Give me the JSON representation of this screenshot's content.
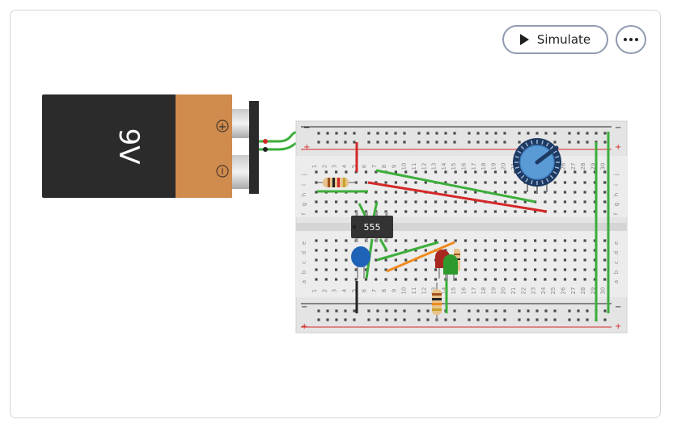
{
  "toolbar": {
    "simulate_label": "Simulate",
    "more_icon": "more-horizontal-icon"
  },
  "circuit": {
    "battery_label": "9V",
    "battery_plus": "+",
    "battery_minus": "−",
    "ic_label": "555"
  },
  "breadboard": {
    "row_letters_top": [
      "j",
      "i",
      "h",
      "g",
      "f"
    ],
    "row_letters_bottom": [
      "e",
      "d",
      "c",
      "b",
      "a"
    ],
    "column_numbers": [
      "1",
      "2",
      "3",
      "4",
      "5",
      "6",
      "7",
      "8",
      "9",
      "10",
      "11",
      "12",
      "13",
      "14",
      "15",
      "16",
      "17",
      "18",
      "19",
      "20",
      "21",
      "22",
      "23",
      "24",
      "25",
      "26",
      "27",
      "28",
      "29",
      "30"
    ],
    "rail_plus": "+",
    "rail_minus": "−"
  },
  "colors": {
    "battery_body": "#2b2b2b",
    "battery_band": "#d08b4e",
    "wire_red": "#d42828",
    "wire_green": "#3cae3a",
    "wire_orange": "#f08a1c",
    "wire_black": "#222222",
    "breadboard": "#e8e8e8",
    "knob_blue": "#5b9bd5",
    "cap_blue": "#1f63b8",
    "led_red": "#a8281f",
    "led_green": "#2e9a2e"
  }
}
